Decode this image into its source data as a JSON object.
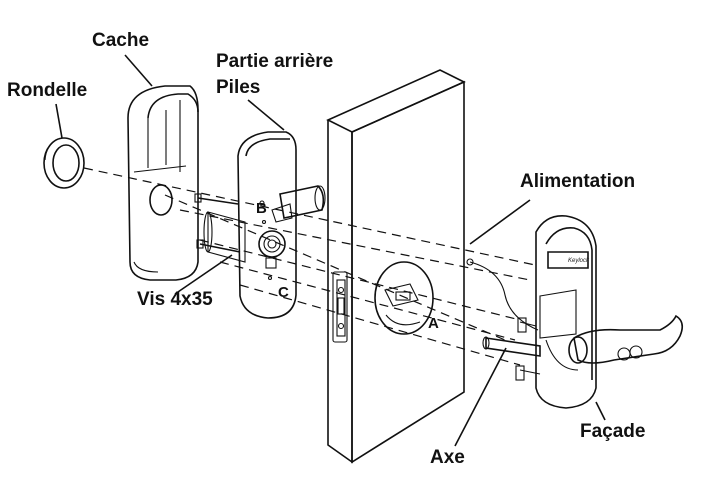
{
  "labels": {
    "cache": "Cache",
    "rondelle": "Rondelle",
    "partie_arriere": "Partie arrière",
    "piles": "Piles",
    "alimentation": "Alimentation",
    "vis": "Vis 4x35",
    "axe": "Axe",
    "facade": "Façade"
  },
  "markers": {
    "a": "A",
    "b": "B",
    "c": "C"
  },
  "brand": "Keylock"
}
